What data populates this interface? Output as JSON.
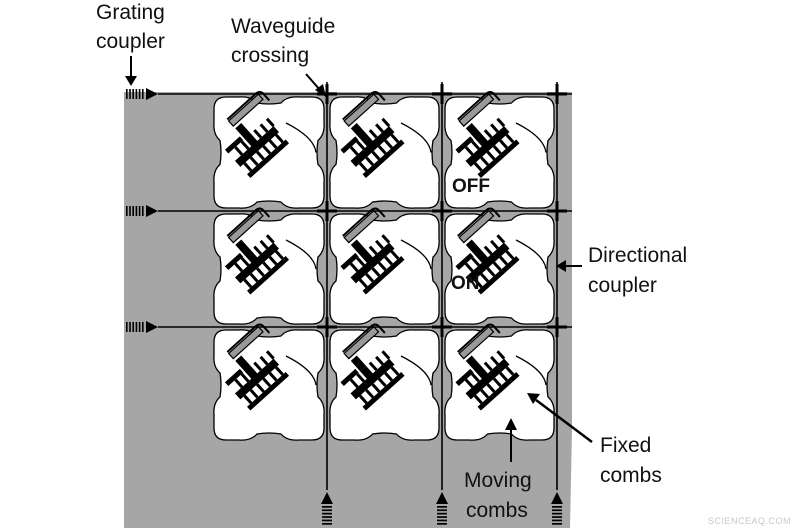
{
  "labels": {
    "grating_coupler": [
      "Grating",
      "coupler"
    ],
    "waveguide_crossing": [
      "Waveguide",
      "crossing"
    ],
    "directional_coupler": [
      "Directional",
      "coupler"
    ],
    "fixed_combs": [
      "Fixed",
      "combs"
    ],
    "moving_combs": [
      "Moving",
      "combs"
    ]
  },
  "switch_states": {
    "off": "OFF",
    "on": "ON"
  },
  "watermark": "SCIENCEAQ.COM",
  "colors": {
    "substrate": "#a6a6a6",
    "cell": "#ffffff",
    "line": "#000000"
  }
}
